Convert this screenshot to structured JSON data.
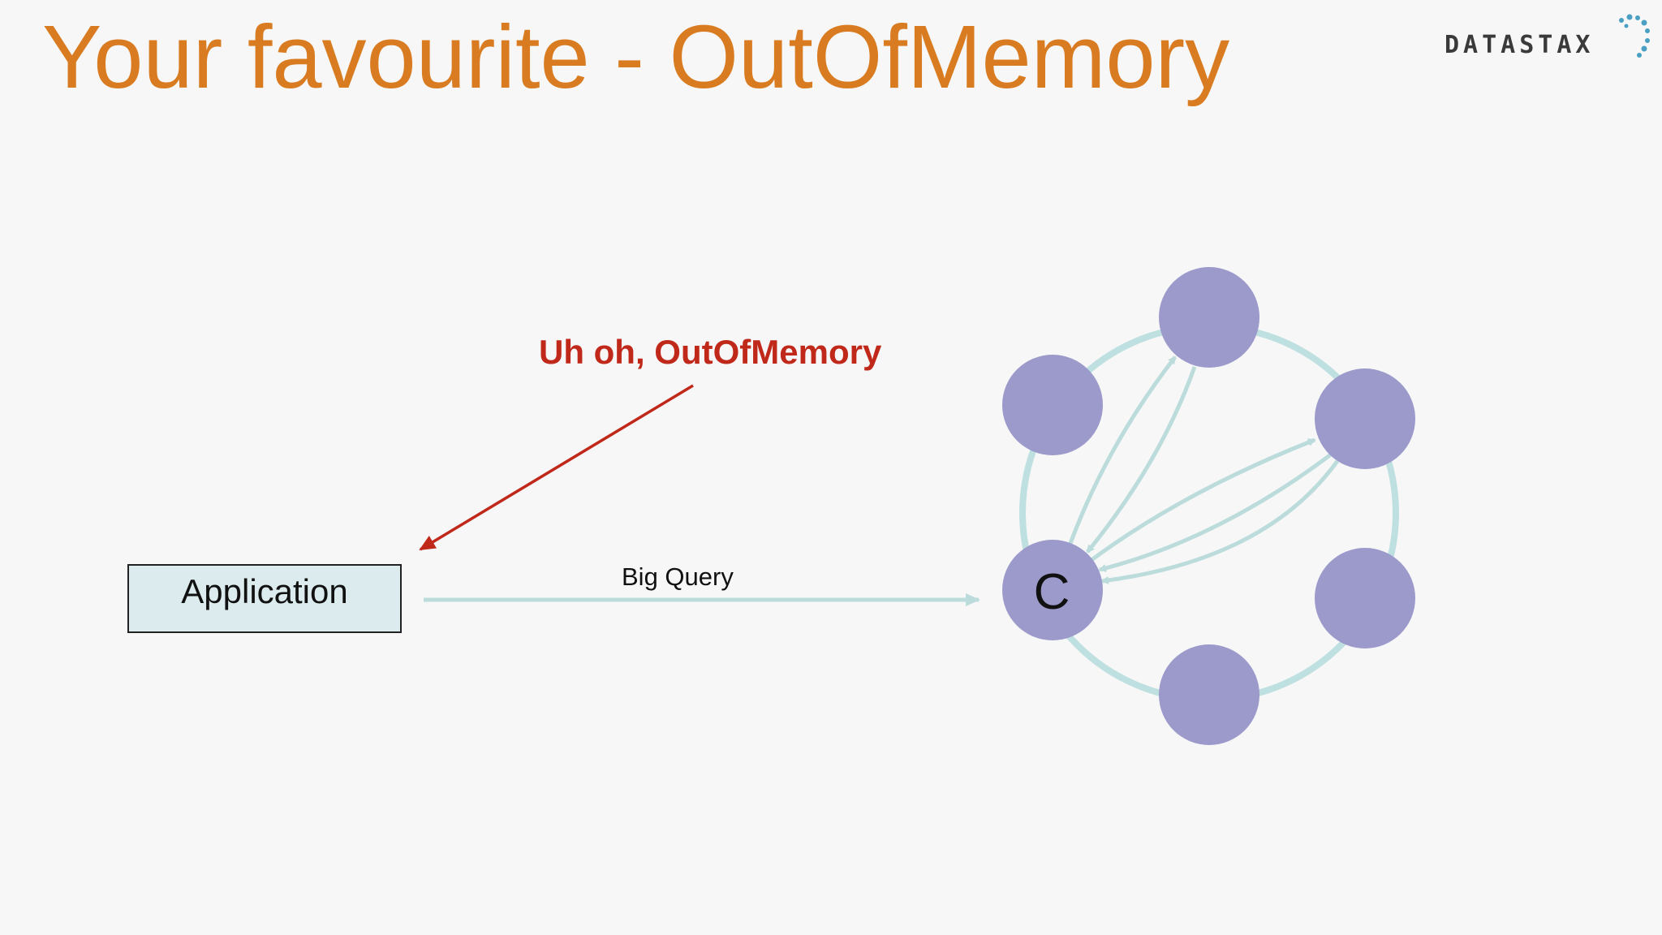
{
  "slide": {
    "title": "Your favourite - OutOfMemory",
    "brand": "DATASTAX",
    "callout": "Uh oh, OutOfMemory",
    "application_label": "Application",
    "query_label": "Big Query",
    "coordinator_label": "C"
  },
  "colors": {
    "title": "#d97c21",
    "callout": "#c0281a",
    "node_fill": "#9b9acb",
    "ring": "#bfe0e0",
    "arrow": "#bcdcdc",
    "app_box": "#dcecee",
    "brand_dots": "#4a9fc2"
  },
  "icons": {
    "logo": "datastax-logo-icon"
  }
}
